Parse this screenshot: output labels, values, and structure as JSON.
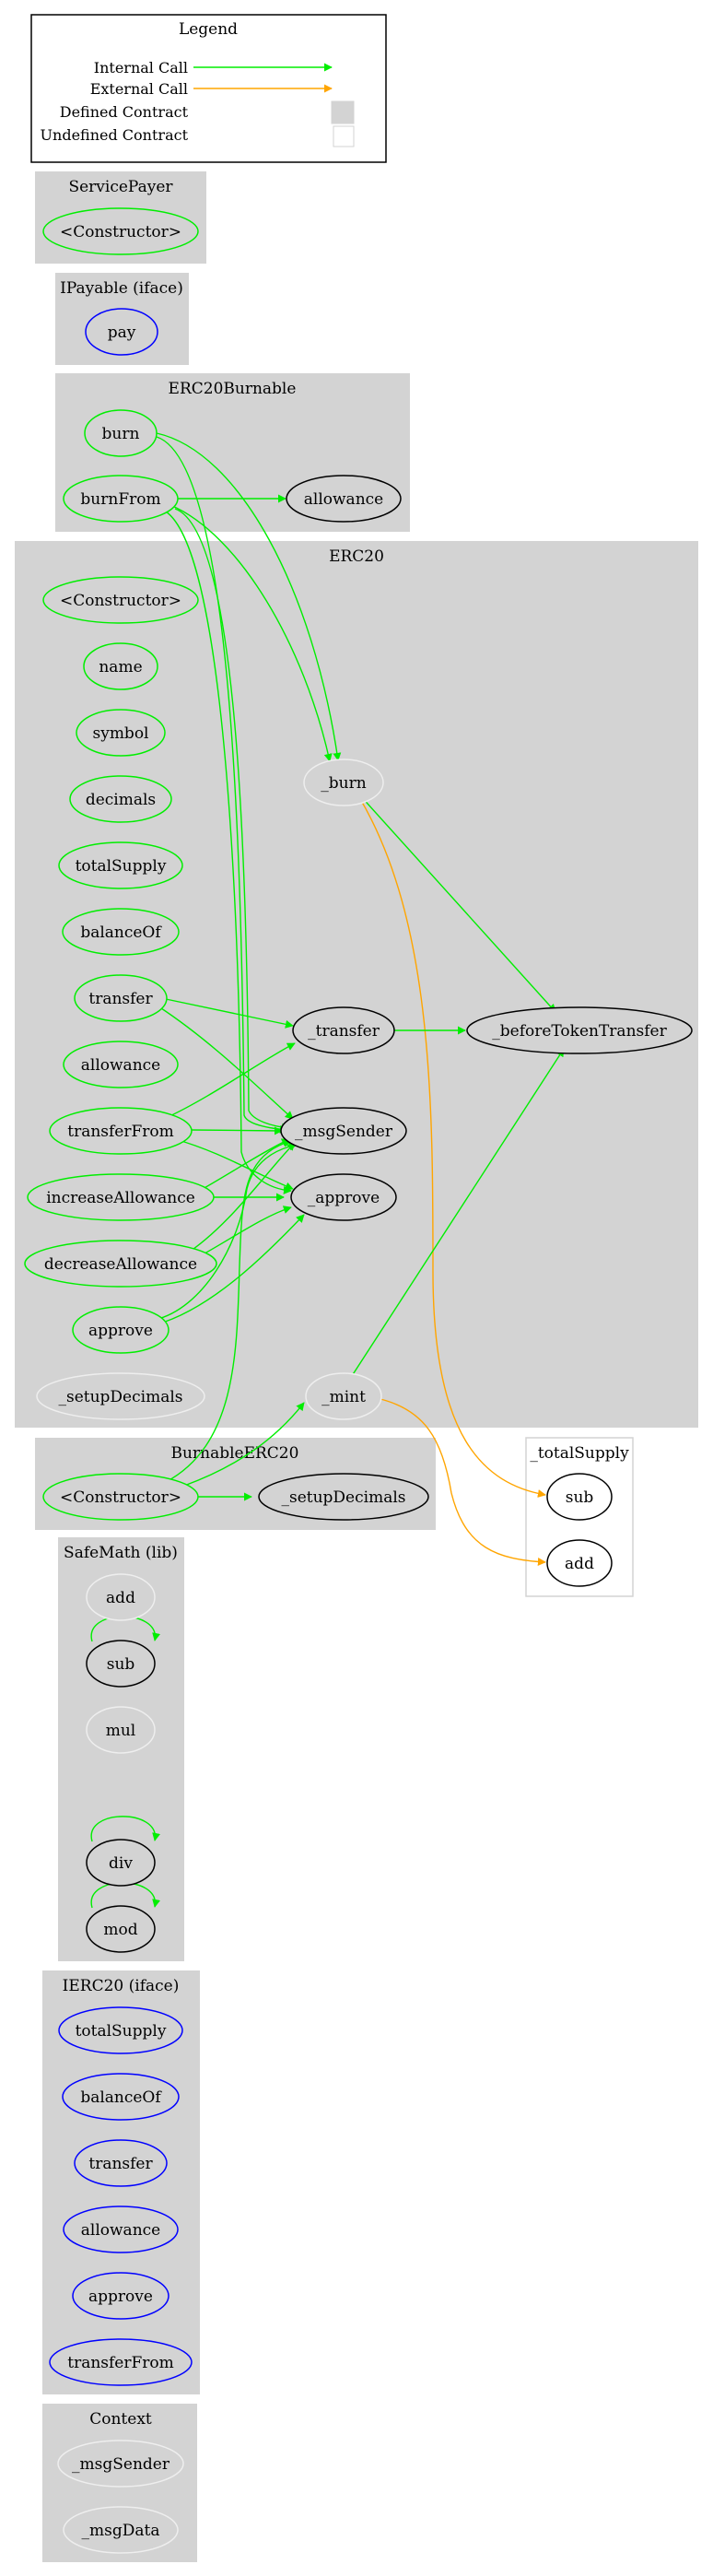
{
  "colors": {
    "internal": "#00ee00",
    "external": "#ffa500",
    "cluster_fill": "#d3d3d3",
    "defined_border": "#000000",
    "undefined_border": "#eeeeee",
    "interface_border": "#0000ff",
    "public_border": "#00ee00"
  },
  "legend": {
    "title": "Legend",
    "internal_call": "Internal Call",
    "external_call": "External Call",
    "defined_contract": "Defined Contract",
    "undefined_contract": "Undefined Contract"
  },
  "clusters": {
    "servicepayer": {
      "label": "ServicePayer",
      "nodes": {
        "constructor": "<Constructor>"
      }
    },
    "ipayable": {
      "label": "IPayable  (iface)",
      "nodes": {
        "pay": "pay"
      }
    },
    "erc20burnable": {
      "label": "ERC20Burnable",
      "nodes": {
        "burn": "burn",
        "burnfrom": "burnFrom",
        "allowance": "allowance"
      }
    },
    "erc20": {
      "label": "ERC20",
      "nodes": {
        "constructor": "<Constructor>",
        "name": "name",
        "symbol": "symbol",
        "decimals": "decimals",
        "totalsupply": "totalSupply",
        "balanceof": "balanceOf",
        "transfer": "transfer",
        "allowance": "allowance",
        "transferfrom": "transferFrom",
        "increaseallowance": "increaseAllowance",
        "decreaseallowance": "decreaseAllowance",
        "approve": "approve",
        "setupdecimals": "_setupDecimals",
        "burn_internal": "_burn",
        "transfer_internal": "_transfer",
        "msgsender": "_msgSender",
        "approve_internal": "_approve",
        "mint": "_mint",
        "beforetokentransfer": "_beforeTokenTransfer"
      }
    },
    "burnableerc20": {
      "label": "BurnableERC20",
      "nodes": {
        "constructor": "<Constructor>",
        "setupdecimals": "_setupDecimals"
      }
    },
    "totalsupply": {
      "label": "_totalSupply",
      "nodes": {
        "sub": "sub",
        "add": "add"
      }
    },
    "safemath": {
      "label": "SafeMath  (lib)",
      "nodes": {
        "add": "add",
        "sub": "sub",
        "mul": "mul",
        "div": "div",
        "mod": "mod"
      }
    },
    "ierc20": {
      "label": "IERC20  (iface)",
      "nodes": {
        "totalsupply": "totalSupply",
        "balanceof": "balanceOf",
        "transfer": "transfer",
        "allowance": "allowance",
        "approve": "approve",
        "transferfrom": "transferFrom"
      }
    },
    "context": {
      "label": "Context",
      "nodes": {
        "msgsender": "_msgSender",
        "msgdata": "_msgData"
      }
    }
  }
}
